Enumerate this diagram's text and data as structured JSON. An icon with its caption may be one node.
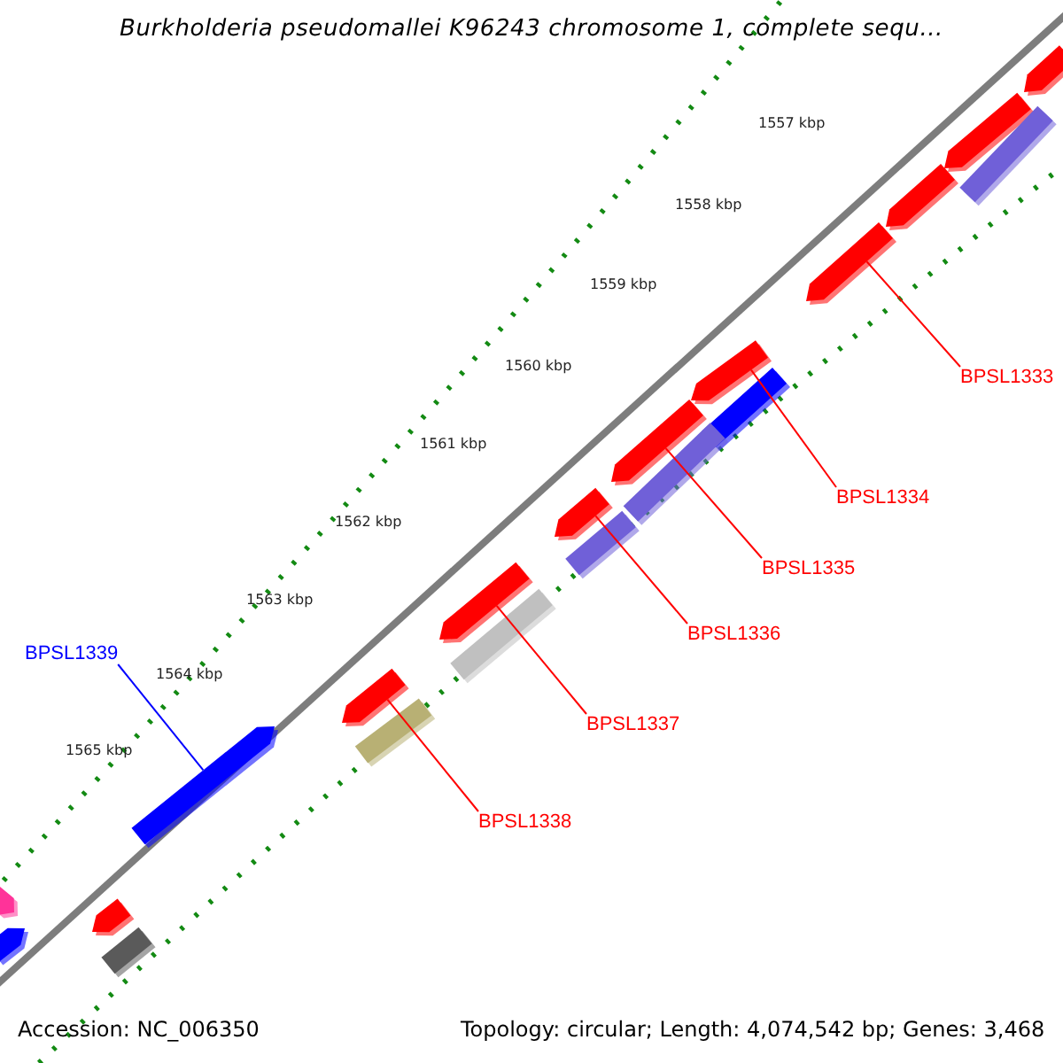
{
  "diagram": {
    "title": "Burkholderia pseudomallei K96243 chromosome 1, complete sequ...",
    "nodes": [
      {
        "text": [
          "BPSL1333"
        ]
      },
      {
        "text": [
          "BPSL1334"
        ]
      },
      {
        "text": [
          "BPSL1335"
        ]
      },
      {
        "text": [
          "BPSL1336"
        ]
      },
      {
        "text": [
          "BPSL1339"
        ]
      },
      {
        "text": [
          "BPSL1337"
        ]
      },
      {
        "text": [
          "BPSL1338"
        ]
      },
      {
        "text": [],
        "shape": "arrow"
      },
      {
        "text": [],
        "shape": "arrow"
      },
      {
        "text": [],
        "shape": "bar"
      },
      {
        "text": [],
        "shape": "arrow"
      },
      {
        "text": [],
        "shape": "arrow"
      },
      {
        "text": [],
        "shape": "arrow"
      },
      {
        "text": [],
        "shape": "bar"
      },
      {
        "text": [],
        "shape": "arrow"
      },
      {
        "text": [],
        "shape": "bar"
      },
      {
        "text": [],
        "shape": "arrow"
      },
      {
        "text": [],
        "shape": "bar"
      },
      {
        "text": [],
        "shape": "arrow"
      },
      {
        "text": [],
        "shape": "bar"
      },
      {
        "text": [],
        "shape": "arrow"
      },
      {
        "text": [],
        "shape": "bar"
      },
      {
        "text": [],
        "shape": "arrow"
      },
      {
        "text": [],
        "shape": "arrow"
      },
      {
        "text": [],
        "shape": "arrow"
      },
      {
        "text": [],
        "shape": "arrow"
      },
      {
        "text": [],
        "shape": "bar"
      }
    ],
    "edges": [
      {
        "from": 0,
        "to": 11,
        "arrow": "none"
      },
      {
        "from": 1,
        "to": 12,
        "arrow": "none"
      },
      {
        "from": 2,
        "to": 14,
        "arrow": "none"
      },
      {
        "from": 3,
        "to": 16,
        "arrow": "none"
      },
      {
        "from": 4,
        "to": 22,
        "arrow": "none",
        "color": "#0000ff"
      },
      {
        "from": 5,
        "to": 18,
        "arrow": "none"
      },
      {
        "from": 6,
        "to": 20,
        "arrow": "none"
      }
    ],
    "labels": [
      "1557 kbp",
      "1558 kbp",
      "1559 kbp",
      "1560 kbp",
      "1561 kbp",
      "1562 kbp",
      "1563 kbp",
      "1564 kbp",
      "1565 kbp",
      "Accession: NC_006350",
      "Topology: circular; Length: 4,074,542 bp; Genes: 3,468"
    ]
  }
}
